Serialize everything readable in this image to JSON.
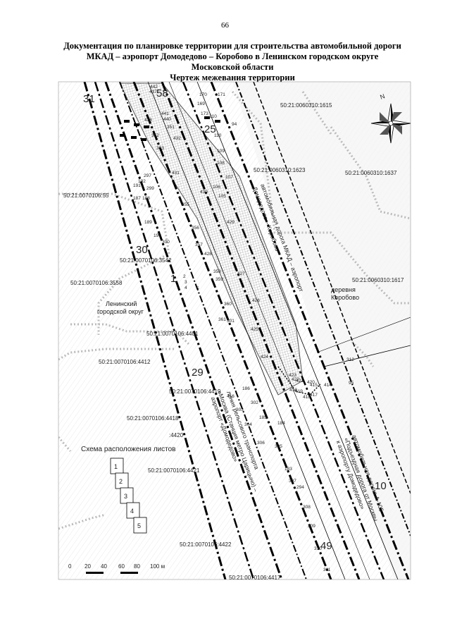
{
  "page_number": "66",
  "title": {
    "line1": "Документация по планировке территории для строительства автомобильной дороги",
    "line2": "МКАД – аэропорт Домодедово – Коробово в Ленинском городском округе",
    "line3": "Московской области",
    "line4": "Чертеж межевания территории"
  },
  "compass": {
    "north_label": "N"
  },
  "cadastral_labels": [
    {
      "id": "c1615",
      "text": "50:21:0060310:1615"
    },
    {
      "id": "c1623",
      "text": "50:21:0060310:1623"
    },
    {
      "id": "c1637",
      "text": "50:21:0060310:1637"
    },
    {
      "id": "c1617",
      "text": "50:21:0060310:1617"
    },
    {
      "id": "c55",
      "text": "50:21:0070106:55"
    },
    {
      "id": "c3542",
      "text": "50:21:0070106:3542"
    },
    {
      "id": "c3558",
      "text": "50:21:0070106:3558"
    },
    {
      "id": "c4401",
      "text": "50:21:0070106:4401"
    },
    {
      "id": "c4412",
      "text": "50:21:0070106:4412"
    },
    {
      "id": "c4419",
      "text": "50:21:0070106:4419"
    },
    {
      "id": "c4418",
      "text": "50:21:0070106:4418"
    },
    {
      "id": "c4420",
      "text": ":4420"
    },
    {
      "id": "c4421",
      "text": "50:21:0070106:4421"
    },
    {
      "id": "c4422",
      "text": "50:21:0070106:4422"
    },
    {
      "id": "c4417",
      "text": "50:21:0070106:4417"
    }
  ],
  "place_labels": {
    "leninsky_1": "Ленинский",
    "leninsky_2": "городской округ",
    "village_1": "деревня",
    "village_2": "Коробово"
  },
  "road_labels": {
    "mkad_1": "автомобильная дорога МКАД – аэропорт",
    "mkad_2": "Домодедово – Коробово",
    "rail_1": "линия рельсового транспорта",
    "rail_2": "«Москва (Станция метро Царицыно) –",
    "rail_3": "аэропорт «Домодедово»",
    "a105_1": "автомобильная дорога А-105",
    "a105_2": "«Подъездная дорога от Москвы",
    "a105_3": "к аэропорту Домодедово»"
  },
  "sheet_numbers": [
    "31",
    "58",
    "25",
    "30",
    "1",
    "29",
    "10",
    "49"
  ],
  "point_numbers": [
    "442",
    "437",
    "170",
    "171",
    "169",
    "173",
    "210",
    "441",
    "440",
    "438",
    "351",
    "94",
    "110",
    "432",
    "352",
    "353",
    "109",
    "108",
    "107",
    "431",
    "297",
    "192",
    "191",
    "187",
    "188",
    "299",
    "355",
    "106",
    "105",
    "430",
    "189",
    "356",
    "429",
    "190",
    "300",
    "357",
    "428",
    "358",
    "359",
    "2",
    "3",
    "4",
    "5",
    "427",
    "426",
    "360",
    "361",
    "301",
    "425",
    "424",
    "423",
    "422",
    "421",
    "420",
    "415",
    "414",
    "413",
    "419",
    "418",
    "417",
    "416",
    "186",
    "302",
    "303",
    "185",
    "304",
    "184",
    "305",
    "306",
    "183",
    "307",
    "294",
    "308",
    "309",
    "310",
    "311",
    "312",
    "95",
    "96"
  ],
  "legend": {
    "title": "Схема расположения листов",
    "sheets": [
      "1",
      "2",
      "3",
      "4",
      "5"
    ]
  },
  "scale": {
    "ticks": [
      "0",
      "20",
      "40",
      "60",
      "80",
      "100 м"
    ]
  }
}
